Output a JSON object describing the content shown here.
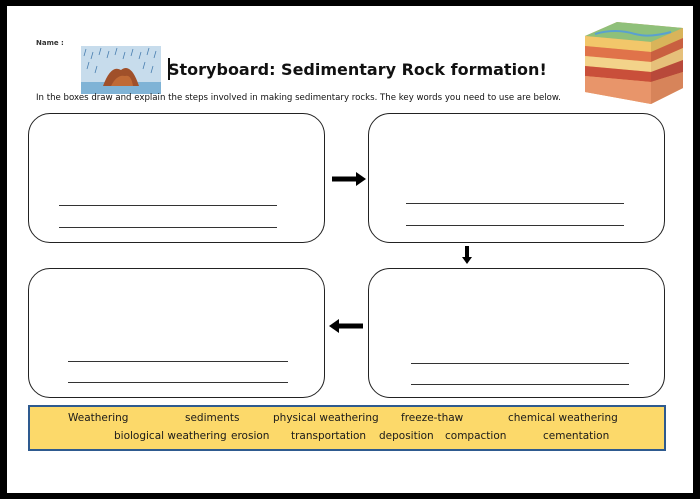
{
  "header": {
    "name_label": "Name :",
    "title": "Storyboard: Sedimentary Rock formation!",
    "instructions": "In the boxes draw and explain the steps involved in making sedimentary rocks. The key words you need to use are below."
  },
  "keywords": {
    "row1": [
      "Weathering",
      "sediments",
      "physical weathering",
      "freeze-thaw",
      "chemical weathering"
    ],
    "row2": [
      "biological weathering",
      "erosion",
      "transportation",
      "deposition",
      "compaction",
      "cementation"
    ]
  },
  "colors": {
    "keyword_box_fill": "#fcd96a",
    "keyword_box_border": "#2e5a8f",
    "background": "#000000"
  },
  "icons": [
    "rain-landscape-icon",
    "rock-strata-icon",
    "arrow-right-icon",
    "arrow-down-icon",
    "arrow-left-icon"
  ]
}
